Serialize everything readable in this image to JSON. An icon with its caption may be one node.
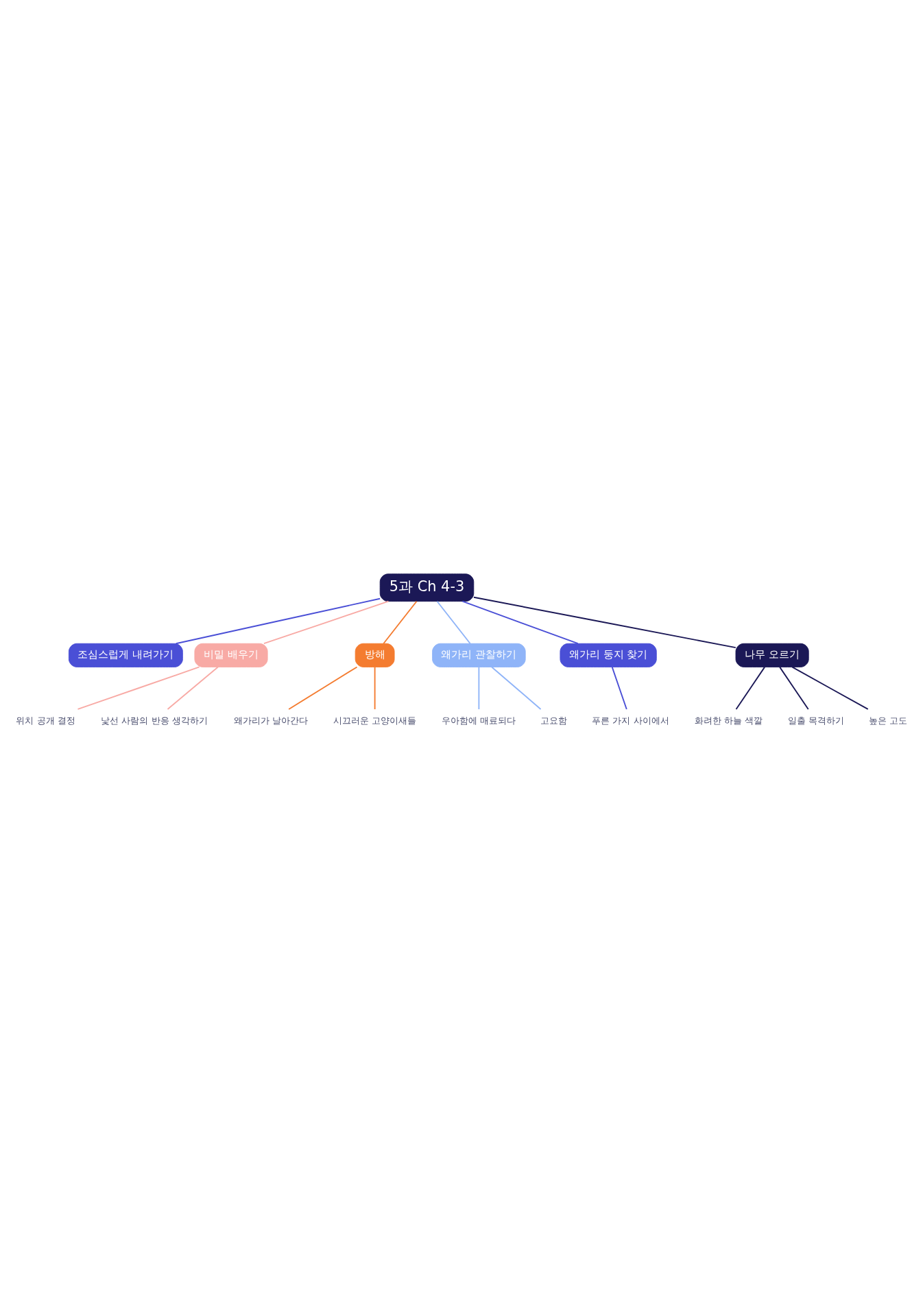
{
  "diagram": {
    "nodes": [
      {
        "text": [
          "5과 Ch 4-3"
        ]
      },
      {
        "text": [
          "조심스럽게 내려가기"
        ]
      },
      {
        "text": [
          "비밀 배우기"
        ]
      },
      {
        "text": [
          "위치 공개 결정"
        ]
      },
      {
        "text": [
          "낯선 사람의 반응 생각하기"
        ]
      },
      {
        "text": [
          "방해"
        ]
      },
      {
        "text": [
          "왜가리가 날아간다"
        ]
      },
      {
        "text": [
          "시끄러운 고양이새들"
        ]
      },
      {
        "text": [
          "왜가리 관찰하기"
        ]
      },
      {
        "text": [
          "우아함에 매료되다"
        ]
      },
      {
        "text": [
          "고요함"
        ]
      },
      {
        "text": [
          "왜가리 둥지 찾기"
        ]
      },
      {
        "text": [
          "푸른 가지 사이에서"
        ]
      },
      {
        "text": [
          "나무 오르기"
        ]
      },
      {
        "text": [
          "화려한 하늘 색깔"
        ]
      },
      {
        "text": [
          "일출 목격하기"
        ]
      },
      {
        "text": [
          "높은 고도"
        ]
      }
    ],
    "edges": [
      {
        "from": 0,
        "to": 1,
        "arrow": "none",
        "color": "#4a4fd6"
      },
      {
        "from": 0,
        "to": 2,
        "arrow": "none",
        "color": "#f8aaa5"
      },
      {
        "from": 2,
        "to": 3,
        "arrow": "none",
        "color": "#f8aaa5"
      },
      {
        "from": 2,
        "to": 4,
        "arrow": "none",
        "color": "#f8aaa5"
      },
      {
        "from": 0,
        "to": 5,
        "arrow": "none",
        "color": "#f47c30"
      },
      {
        "from": 5,
        "to": 6,
        "arrow": "none",
        "color": "#f47c30"
      },
      {
        "from": 5,
        "to": 7,
        "arrow": "none",
        "color": "#f47c30"
      },
      {
        "from": 0,
        "to": 8,
        "arrow": "none",
        "color": "#8fb4f8"
      },
      {
        "from": 8,
        "to": 9,
        "arrow": "none",
        "color": "#8fb4f8"
      },
      {
        "from": 8,
        "to": 10,
        "arrow": "none",
        "color": "#8fb4f8"
      },
      {
        "from": 0,
        "to": 11,
        "arrow": "none",
        "color": "#4a4fd6"
      },
      {
        "from": 11,
        "to": 12,
        "arrow": "none",
        "color": "#4a4fd6"
      },
      {
        "from": 0,
        "to": 13,
        "arrow": "none",
        "color": "#1b1856"
      },
      {
        "from": 13,
        "to": 14,
        "arrow": "none",
        "color": "#1b1856"
      },
      {
        "from": 13,
        "to": 15,
        "arrow": "none",
        "color": "#1b1856"
      },
      {
        "from": 13,
        "to": 16,
        "arrow": "none",
        "color": "#1b1856"
      }
    ]
  }
}
